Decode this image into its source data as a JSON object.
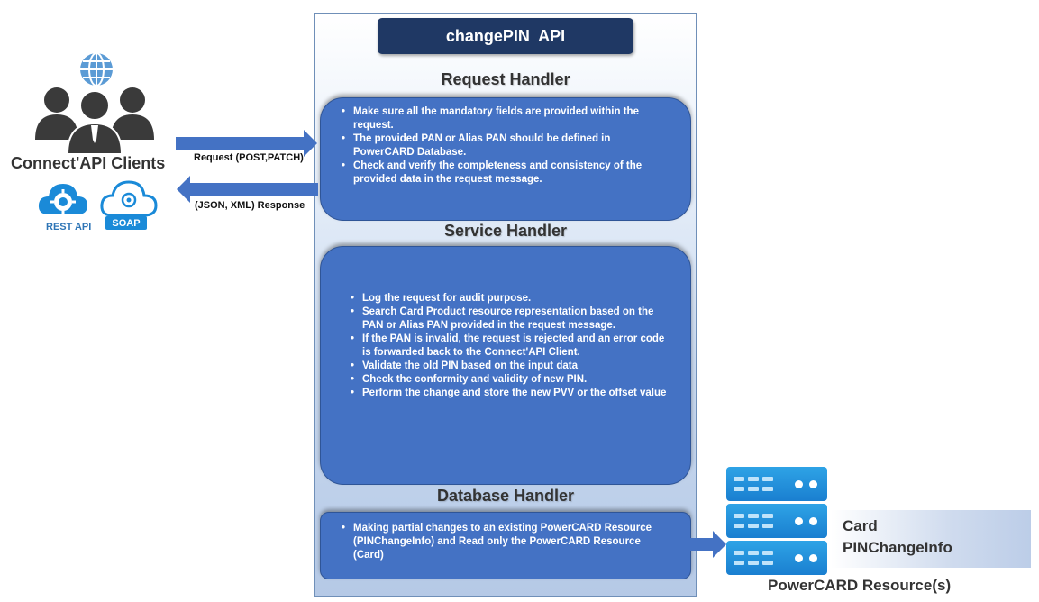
{
  "api_title": "changePIN  API",
  "clients": {
    "title": "Connect'API Clients",
    "rest_label": "REST API",
    "soap_label": "SOAP"
  },
  "arrows": {
    "request_label": "Request (POST,PATCH)",
    "response_label": "(JSON, XML) Response"
  },
  "request_handler": {
    "title": "Request Handler",
    "items": [
      "Make sure all the mandatory fields are provided within the request.",
      "The provided PAN or Alias PAN should be defined in PowerCARD Database.",
      "Check and verify the completeness and consistency of the provided data in the request message."
    ]
  },
  "service_handler": {
    "title": "Service Handler",
    "items": [
      "Log the request for audit purpose.",
      "Search Card Product resource representation based on the PAN or Alias PAN provided in the request message.",
      "If the PAN is invalid, the request is rejected and an error code is forwarded back to the Connect'API Client.",
      "Validate the old PIN based on the input data",
      "Check the conformity and validity of new PIN.",
      "Perform the change and store the new PVV or the offset value"
    ]
  },
  "database_handler": {
    "title": "Database Handler",
    "items": [
      "Making partial changes to an existing PowerCARD Resource (PINChangeInfo) and Read only the PowerCARD Resource (Card)"
    ]
  },
  "resources": {
    "items": [
      "Card",
      "PINChangeInfo"
    ],
    "caption": "PowerCARD Resource(s)"
  },
  "colors": {
    "title_bar": "#1f3864",
    "handler_fill": "#4472c4",
    "server_blue": "#1a8ad8",
    "icon_dark": "#3a3a3a",
    "globe_blue": "#5b9bd5"
  }
}
